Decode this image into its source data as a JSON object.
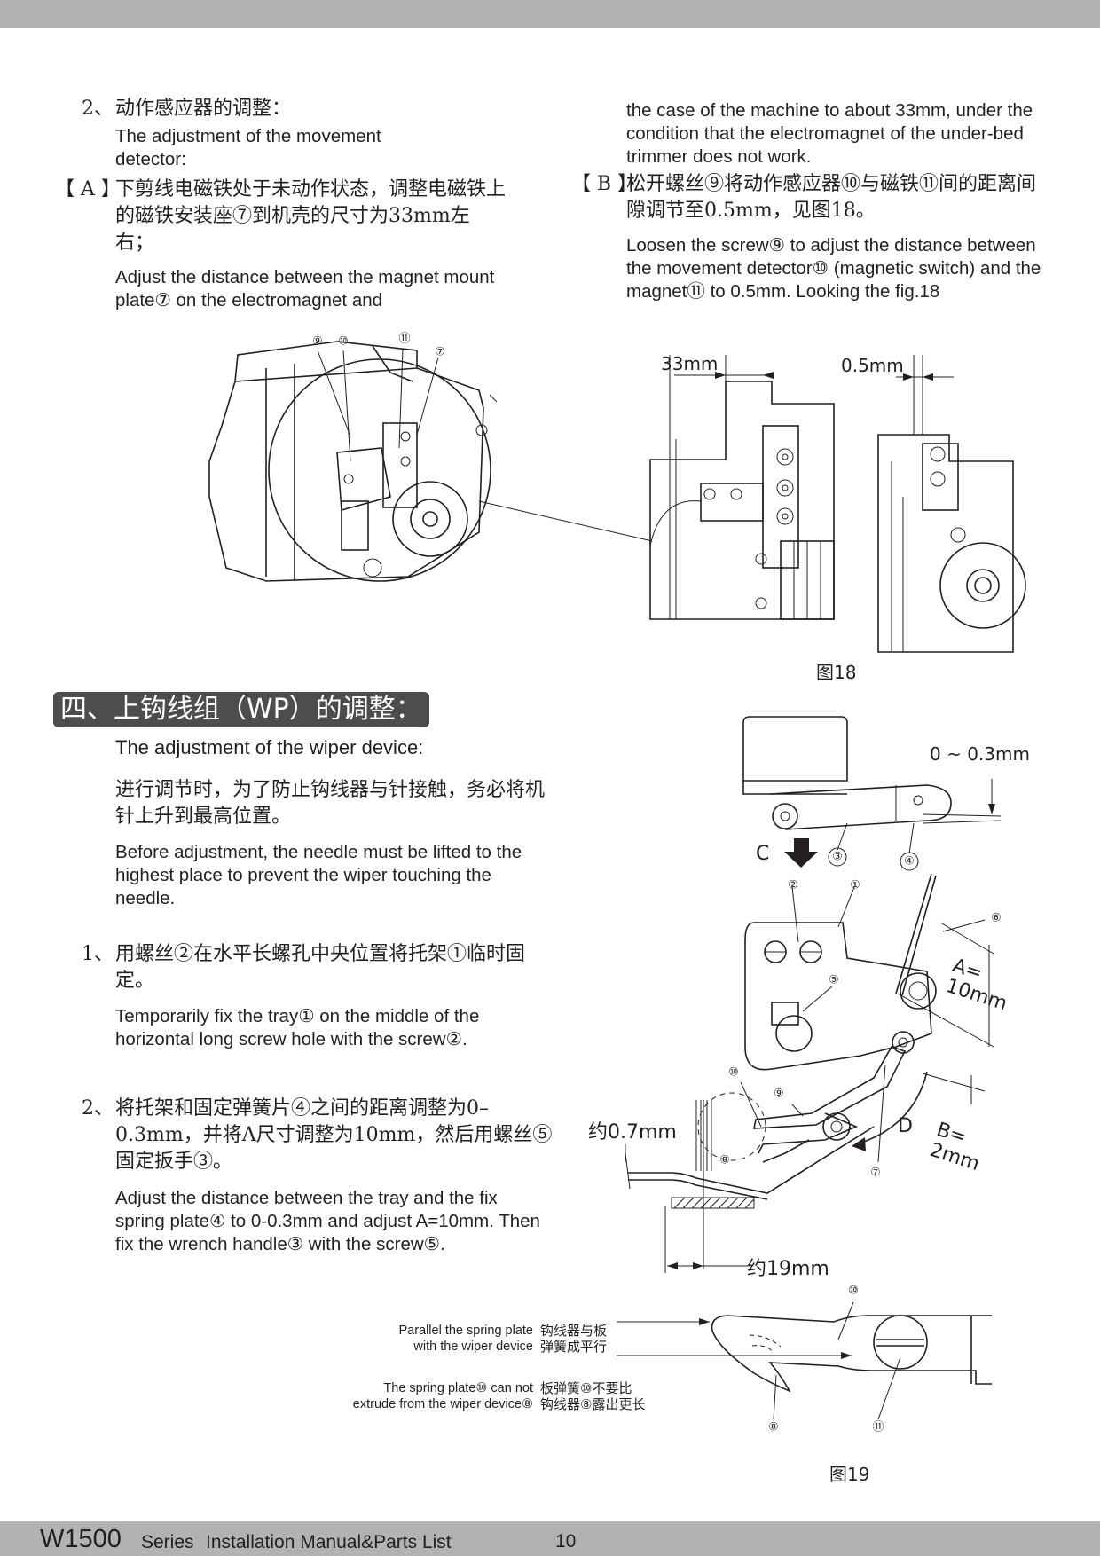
{
  "header": {
    "bar_color": "#b2b2b2"
  },
  "left_top": {
    "step2_num": "2、",
    "step2_zh": "动作感应器的调整：",
    "step2_en": "The adjustment of the movement detector:",
    "a_mark": "【 A 】",
    "a_zh": "下剪线电磁铁处于未动作状态，调整电磁铁上的磁铁安装座⑦到机壳的尺寸为33mm左右；",
    "a_en": "Adjust the distance between the magnet mount plate⑦ on the electromagnet and"
  },
  "right_top": {
    "a_en_cont": "the case of the machine to about 33mm, under the condition that the electromagnet of the under-bed trimmer does not work.",
    "b_mark": "【 B 】",
    "b_zh": "松开螺丝⑨将动作感应器⑩与磁铁⑪间的距离间隙调节至0.5mm，见图18。",
    "b_en": "Loosen the screw⑨ to adjust the distance between the movement detector⑩ (magnetic switch) and the magnet⑪ to 0.5mm. Looking the fig.18"
  },
  "fig18": {
    "callouts": [
      "⑨",
      "⑩",
      "⑪",
      "⑦"
    ],
    "dim_33": "33mm",
    "dim_05": "0.5mm",
    "caption": "图18"
  },
  "section4": {
    "heading": "四、上钩线组（WP）的调整：",
    "heading_en": "The adjustment of the wiper device:",
    "intro_zh": "进行调节时，为了防止钩线器与针接触，务必将机针上升到最高位置。",
    "intro_en": "Before adjustment, the needle must be lifted to the highest place to prevent the wiper touching the needle.",
    "s1_num": "1、",
    "s1_zh": "用螺丝②在水平长螺孔中央位置将托架①临时固定。",
    "s1_en": "Temporarily fix the tray① on the middle of the horizontal long screw hole with the screw②.",
    "s2_num": "2、",
    "s2_zh": "将托架和固定弹簧片④之间的距离调整为0–0.3mm，并将A尺寸调整为10mm，然后用螺丝⑤固定扳手③。",
    "s2_en": "Adjust the distance between the tray and the fix spring plate④ to 0-0.3mm and adjust A=10mm. Then fix the wrench handle③ with the screw⑤."
  },
  "fig19": {
    "gap_top": "0 ~ 0.3mm",
    "arrow_c": "C",
    "letter_d": "D",
    "dim_a": "A=\n10mm",
    "dim_b": "B=\n2mm",
    "dim_07": "约0.7mm",
    "dim_19": "约19mm",
    "callouts": [
      "③",
      "④",
      "②",
      "①",
      "⑥",
      "⑤",
      "⑩",
      "⑨",
      "⑧",
      "⑦"
    ],
    "detail_callouts": [
      "⑩",
      "⑧",
      "⑪"
    ],
    "note1_en": "Parallel the spring plate\nwith the wiper device",
    "note1_zh": "钩线器与板\n弹簧成平行",
    "note2_en": "The spring plate⑩ can not\nextrude from the wiper device⑧",
    "note2_zh": "板弹簧⑩不要比\n钩线器⑧露出更长",
    "caption": "图19"
  },
  "footer": {
    "model": "W1500",
    "series": "Series",
    "title": "Installation Manual&Parts List",
    "page": "10"
  }
}
